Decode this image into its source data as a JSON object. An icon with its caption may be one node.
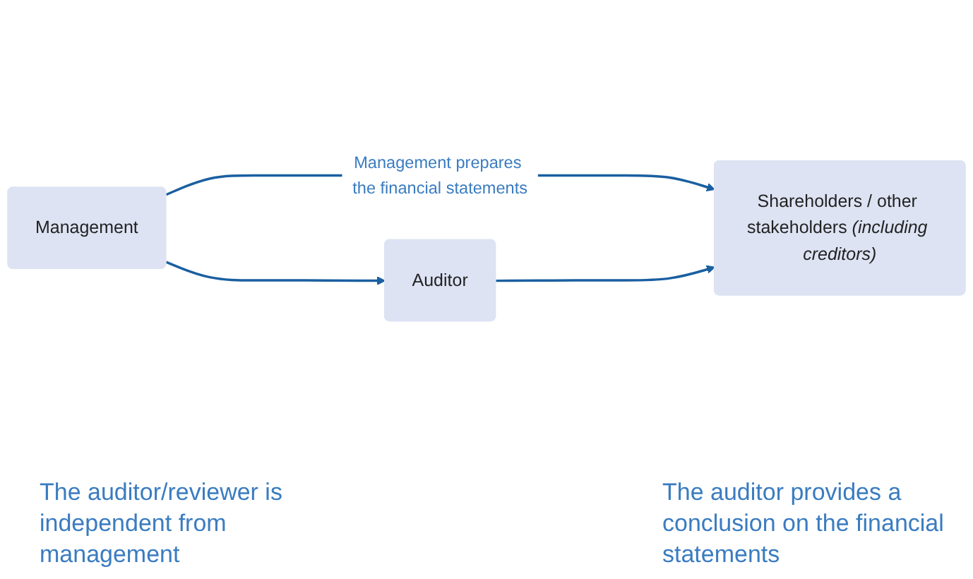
{
  "diagram": {
    "nodes": [
      {
        "text": [
          "Management"
        ]
      },
      {
        "text": [
          "Shareholders / other stakeholders *(including creditors)*"
        ]
      },
      {
        "text": [
          "Auditor"
        ]
      }
    ],
    "edges": [
      {
        "from": 0,
        "to": 1,
        "arrow": "to",
        "label": "Management prepares the financial statements"
      },
      {
        "from": 0,
        "to": 2,
        "arrow": "to"
      },
      {
        "from": 2,
        "to": 1,
        "arrow": "to"
      }
    ],
    "labels": [
      "The auditor/reviewer is independent from management",
      "The auditor provides a conclusion on the financial statements"
    ]
  }
}
